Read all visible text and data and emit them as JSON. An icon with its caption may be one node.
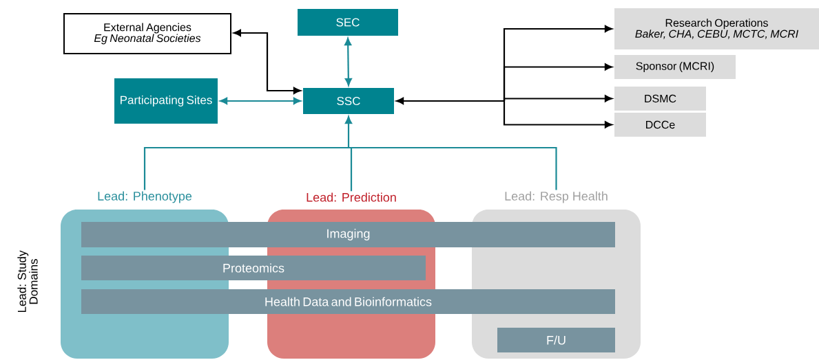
{
  "diagram": {
    "nodes": [
      {
        "text": [
          "External Agencies",
          "Eg Neonatal Societies"
        ]
      },
      {
        "text": [
          "SEC"
        ]
      },
      {
        "text": [
          "Participating Sites"
        ]
      },
      {
        "text": [
          "SSC"
        ]
      },
      {
        "text": [
          "Research Operations",
          "Baker, CHA, CEBU, MCTC, MCRI"
        ]
      },
      {
        "text": [
          "Sponsor (MCRI)"
        ]
      },
      {
        "text": [
          "DSMC"
        ]
      },
      {
        "text": [
          "DCCe"
        ]
      },
      {
        "text": [
          "Lead: Phenotype"
        ]
      },
      {
        "text": [
          "Lead: Prediction"
        ]
      },
      {
        "text": [
          "Lead: Resp Health"
        ]
      },
      {
        "text": [
          "Imaging"
        ]
      },
      {
        "text": [
          "Proteomics"
        ]
      },
      {
        "text": [
          "Health Data and Bioinformatics"
        ]
      },
      {
        "text": [
          "F/U"
        ],
        "in": 10
      }
    ],
    "edges": [
      {
        "from": 3,
        "to": 0,
        "arrow": "both",
        "color": "#000000"
      },
      {
        "from": 1,
        "to": 3,
        "arrow": "both",
        "color": "#1a8a96"
      },
      {
        "from": 2,
        "to": 3,
        "arrow": "both",
        "color": "#1a8a96"
      },
      {
        "from": 4,
        "to": 3,
        "arrow": "both",
        "color": "#000000"
      },
      {
        "from": 5,
        "to": 3,
        "arrow": "both",
        "color": "#000000"
      },
      {
        "from": 6,
        "to": 3,
        "arrow": "both",
        "color": "#000000"
      },
      {
        "from": 7,
        "to": 3,
        "arrow": "both",
        "color": "#000000"
      },
      {
        "from": 8,
        "to": 3,
        "arrow": "to",
        "color": "#1a8a96"
      },
      {
        "from": 9,
        "to": 3,
        "arrow": "to",
        "color": "#1a8a96"
      },
      {
        "from": 10,
        "to": 3,
        "arrow": "to",
        "color": "#1a8a96"
      }
    ],
    "labels": [
      "Lead: Study Domains"
    ]
  }
}
